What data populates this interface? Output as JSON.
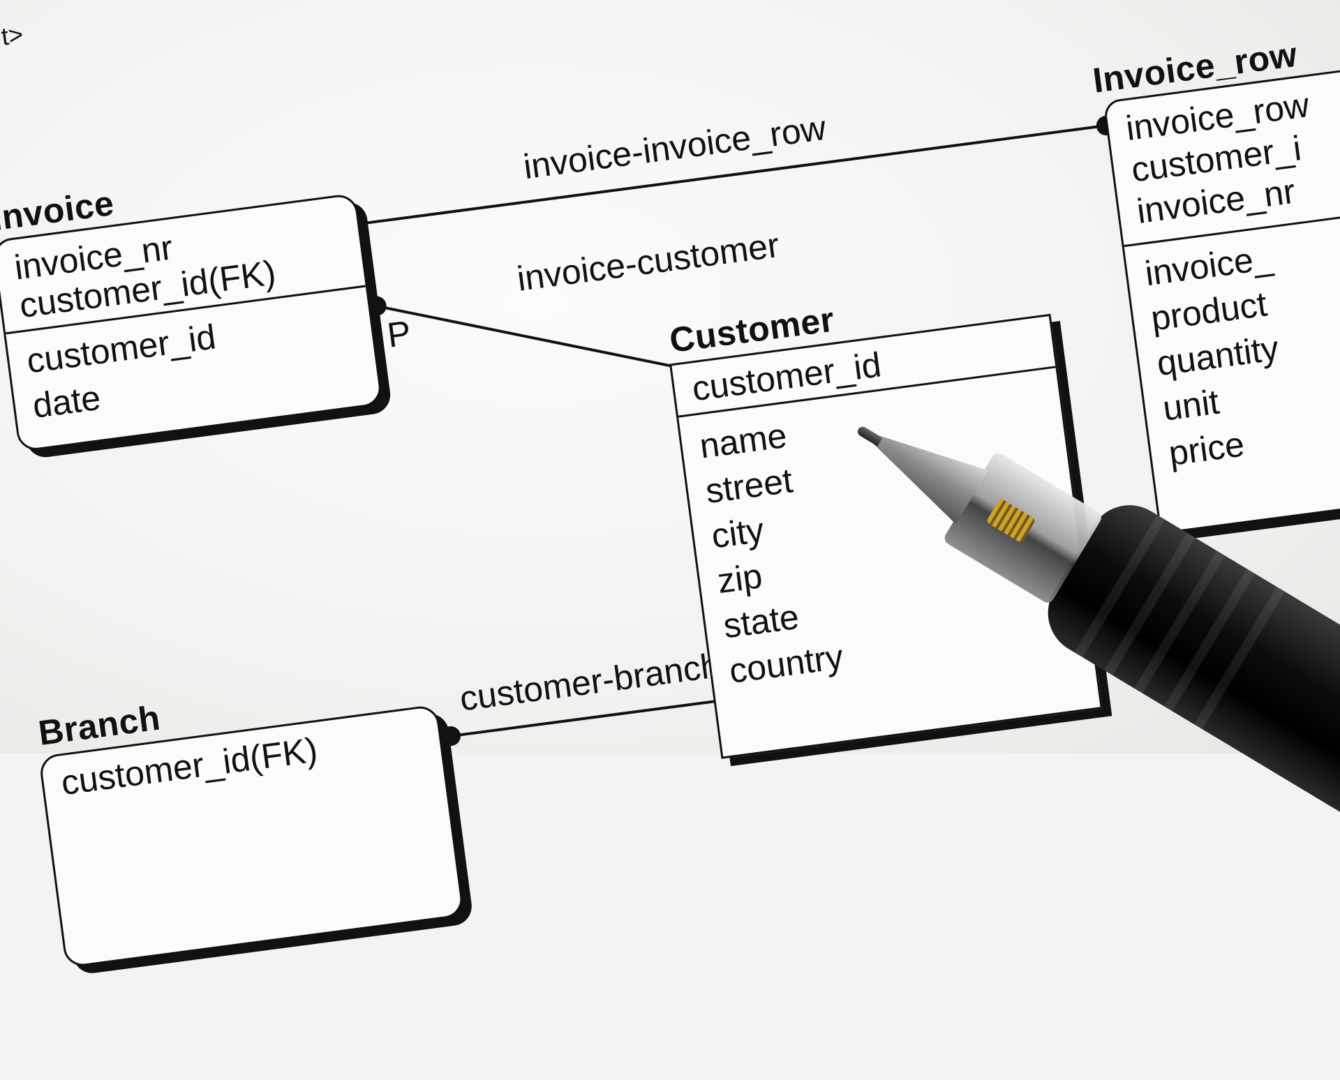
{
  "edge_fragment": "t>",
  "entities": {
    "invoice": {
      "title": "Invoice",
      "key_attributes": [
        "invoice_nr",
        "customer_id(FK)"
      ],
      "attributes": [
        "customer_id",
        "date"
      ]
    },
    "invoice_row": {
      "title": "Invoice_row",
      "key_attributes": [
        "invoice_row",
        "customer_i",
        "invoice_nr"
      ],
      "attributes": [
        "invoice_",
        "product",
        "quantity",
        "unit",
        "price"
      ]
    },
    "customer": {
      "title": "Customer",
      "key_attributes": [
        "customer_id"
      ],
      "attributes": [
        "name",
        "street",
        "city",
        "zip",
        "state",
        "country"
      ]
    },
    "branch": {
      "title": "Branch",
      "key_attributes": [
        "customer_id(FK)"
      ]
    }
  },
  "relationships": {
    "invoice_invoice_row": "invoice-invoice_row",
    "invoice_customer": "invoice-customer",
    "customer_branch": "customer-branch"
  },
  "markers": {
    "p_letter": "P"
  },
  "colors": {
    "paper": "#f3f3f1",
    "ink": "#111111",
    "pencil_body": "#0c0c0c",
    "pencil_spring": "#c9a01e"
  },
  "icons": {
    "pencil": "mechanical-pencil-icon"
  }
}
